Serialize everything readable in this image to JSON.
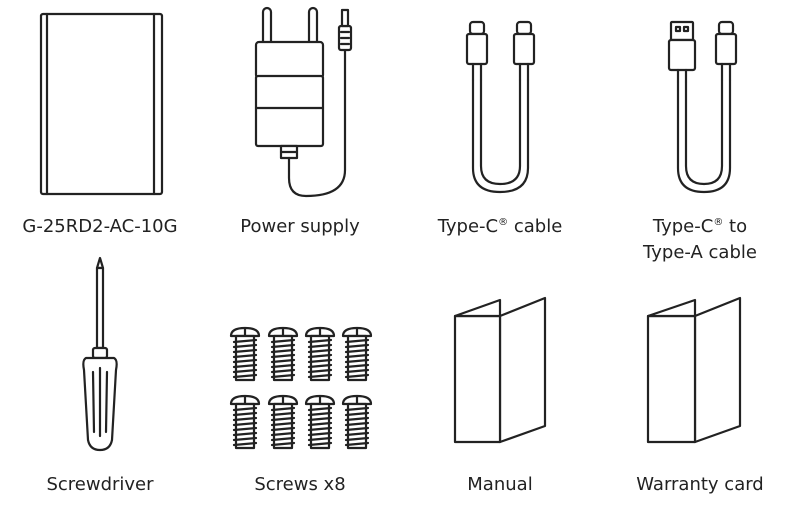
{
  "items": [
    {
      "label": "G-25RD2-AC-10G",
      "icon": "drive-enclosure-icon"
    },
    {
      "label": "Power supply",
      "icon": "power-adapter-icon"
    },
    {
      "label_prefix": "Type-C",
      "label_mark": "®",
      "label_suffix": " cable",
      "icon": "usb-c-cable-icon"
    },
    {
      "label_line1_prefix": "Type-C",
      "label_mark": "®",
      "label_line1_suffix": " to",
      "label_line2": "Type-A cable",
      "icon": "usb-c-to-a-cable-icon"
    },
    {
      "label": "Screwdriver",
      "icon": "screwdriver-icon"
    },
    {
      "label": "Screws x8",
      "icon": "screws-icon"
    },
    {
      "label": "Manual",
      "icon": "manual-booklet-icon"
    },
    {
      "label": "Warranty card",
      "icon": "warranty-card-icon"
    }
  ]
}
